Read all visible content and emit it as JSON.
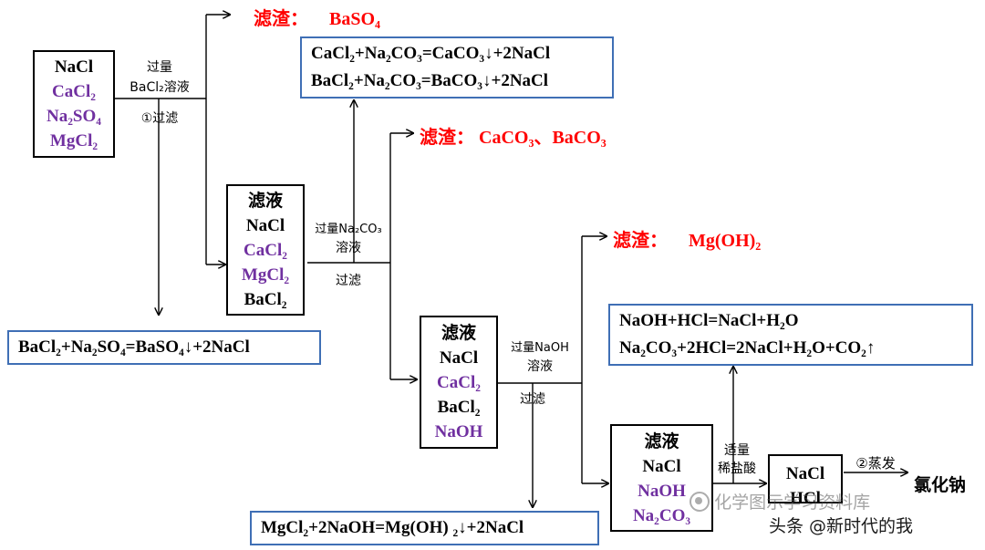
{
  "start_box": {
    "items": [
      {
        "text": "NaCl",
        "color": "black"
      },
      {
        "text": "CaCl₂",
        "color": "purple"
      },
      {
        "text": "Na₂SO₄",
        "color": "purple"
      },
      {
        "text": "MgCl₂",
        "color": "purple"
      }
    ]
  },
  "step1": {
    "reagent1": "过量",
    "reagent2": "BaCl₂溶液",
    "action": "①过滤"
  },
  "residue1": {
    "label": "滤渣：",
    "formula": "BaSO₄"
  },
  "eq1": "BaCl₂+Na₂SO₄=BaSO₄↓+2NaCl",
  "filtrate1": {
    "head": "滤液",
    "items": [
      {
        "text": "NaCl",
        "color": "black"
      },
      {
        "text": "CaCl₂",
        "color": "purple"
      },
      {
        "text": "MgCl₂",
        "color": "purple"
      },
      {
        "text": "BaCl₂",
        "color": "black"
      }
    ]
  },
  "step2": {
    "reagent1": "过量Na₂CO₃",
    "reagent2": "溶液",
    "action": "过滤"
  },
  "eq2": [
    "CaCl₂+Na₂CO₃=CaCO₃↓+2NaCl",
    "BaCl₂+Na₂CO₃=BaCO₃↓+2NaCl"
  ],
  "residue2": {
    "label": "滤渣：",
    "formula": "CaCO₃、BaCO₃"
  },
  "filtrate2": {
    "head": "滤液",
    "items": [
      {
        "text": "NaCl",
        "color": "black"
      },
      {
        "text": "CaCl₂",
        "color": "purple"
      },
      {
        "text": "BaCl₂",
        "color": "black"
      },
      {
        "text": "NaOH",
        "color": "purple"
      }
    ]
  },
  "step3": {
    "reagent1": "过量NaOH",
    "reagent2": "溶液",
    "action": "过滤"
  },
  "residue3": {
    "label": "滤渣：",
    "formula": "Mg(OH)₂"
  },
  "eq3": "MgCl₂+2NaOH=Mg(OH) ₂↓+2NaCl",
  "filtrate3": {
    "head": "滤液",
    "items": [
      {
        "text": "NaCl",
        "color": "black"
      },
      {
        "text": "NaOH",
        "color": "purple"
      },
      {
        "text": "Na₂CO₃",
        "color": "purple"
      }
    ]
  },
  "step4": {
    "reagent1": "适量",
    "reagent2": "稀盐酸"
  },
  "eq4": [
    "NaOH+HCl=NaCl+H₂O",
    "Na₂CO₃+2HCl=2NaCl+H₂O+CO₂↑"
  ],
  "final_box": {
    "items": [
      "NaCl",
      "HCl"
    ]
  },
  "step5": {
    "action": "②蒸发"
  },
  "product": "氯化钠",
  "watermark": {
    "line1": "化学图示学习资料库",
    "line2": "头条 @新时代的我"
  },
  "colors": {
    "purple": "#7030a0",
    "red": "#ff0000",
    "eq_border": "#3f6fb5"
  }
}
